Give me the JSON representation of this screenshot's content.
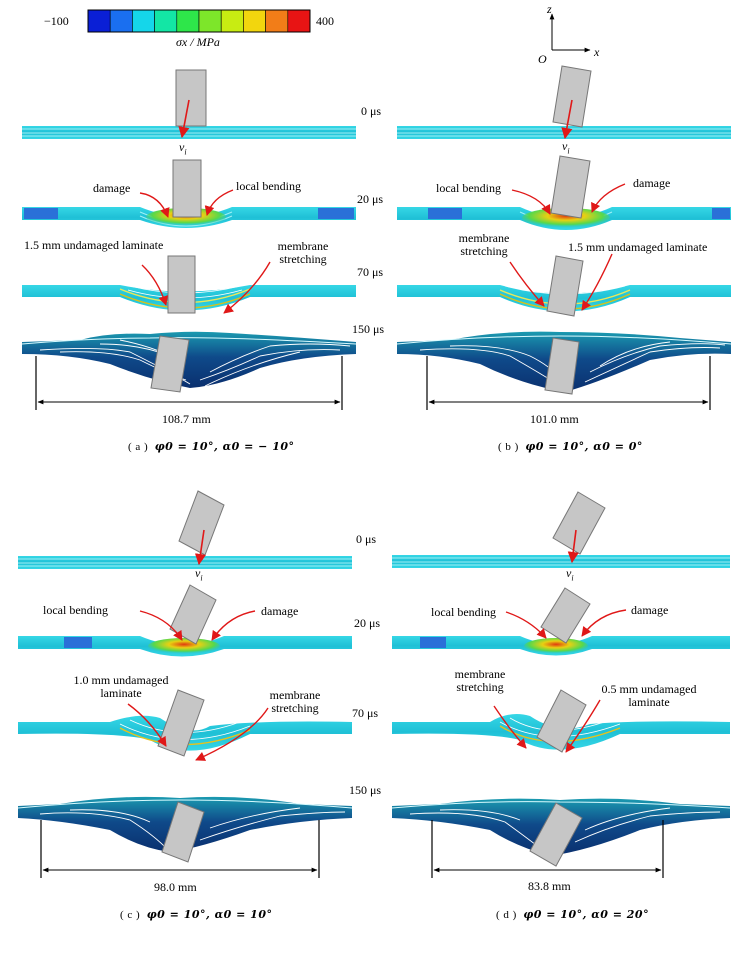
{
  "colorbar": {
    "min_label": "−100",
    "max_label": "400",
    "unit_label": "σx / MPa",
    "colors": [
      "#0a1fd6",
      "#1a6ff0",
      "#15d6ea",
      "#13e6a5",
      "#2ee64a",
      "#7de62a",
      "#c8ec12",
      "#f2d60e",
      "#f27d18",
      "#e81414"
    ]
  },
  "axes": {
    "z": "z",
    "x": "x",
    "origin": "O"
  },
  "time_labels": [
    "0 μs",
    "20 μs",
    "70 μs",
    "150 μs"
  ],
  "velocity_label": "v",
  "velocity_subscript": "i",
  "panels": {
    "a": {
      "damage": "damage",
      "local_bending": "local bending",
      "undamaged": "1.5 mm undamaged laminate",
      "membrane": "membrane\nstretching",
      "dimension": "108.7 mm",
      "caption_prefix": "( a )",
      "caption_math": "φ0 = 10°, α0 = − 10°"
    },
    "b": {
      "damage": "damage",
      "local_bending": "local bending",
      "undamaged": "1.5 mm undamaged laminate",
      "membrane": "membrane\nstretching",
      "dimension": "101.0 mm",
      "caption_prefix": "( b )",
      "caption_math": "φ0 = 10°, α0 = 0°"
    },
    "c": {
      "damage": "damage",
      "local_bending": "local bending",
      "undamaged": "1.0 mm undamaged\nlaminate",
      "membrane": "membrane\nstretching",
      "dimension": "98.0 mm",
      "caption_prefix": "( c )",
      "caption_math": "φ0 = 10°, α0 = 10°"
    },
    "d": {
      "damage": "damage",
      "local_bending": "local bending",
      "undamaged": "0.5 mm undamaged\nlaminate",
      "membrane": "membrane\nstretching",
      "dimension": "83.8 mm",
      "caption_prefix": "( d )",
      "caption_math": "φ0 = 10°, α0 = 20°"
    }
  }
}
